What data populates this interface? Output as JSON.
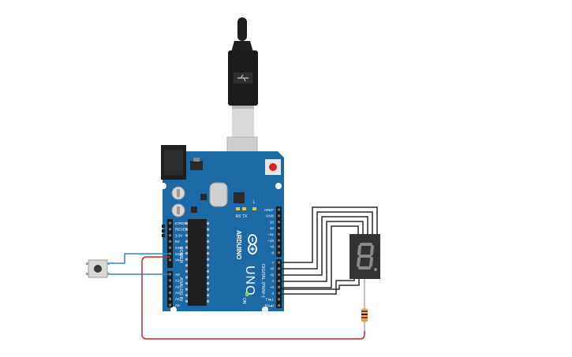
{
  "board": {
    "brand": "ARDUINO",
    "model": "UNO",
    "on_label": "ON",
    "tx_label": "TX",
    "rx_label": "RX",
    "l_label": "L",
    "power_header": "POWER",
    "analog_header": "ANALOG IN",
    "digital_header": "DIGITAL (PWM~)",
    "power_pins": [
      "IOREF",
      "RESET",
      "3.3V",
      "5V",
      "GND",
      "GND",
      "Vin"
    ],
    "analog_pins": [
      "A0",
      "A1",
      "A2",
      "A3",
      "A4",
      "A5"
    ],
    "top_header_pins": [
      "AREF",
      "GND",
      "13",
      "12",
      "~11",
      "~10",
      "~9",
      "8"
    ],
    "bottom_header_pins": [
      "7",
      "~6",
      "~5",
      "4",
      "~3",
      "2",
      "TX▸1",
      "RX◂0"
    ]
  },
  "display": {
    "digit": "8"
  },
  "colors": {
    "board_blue": "#1b6aa5",
    "wire_black": "#2a2a2a",
    "wire_red": "#d32323",
    "wire_blue": "#2f86c6",
    "display_body": "#333333",
    "segment_off": "#8a8a8a"
  }
}
